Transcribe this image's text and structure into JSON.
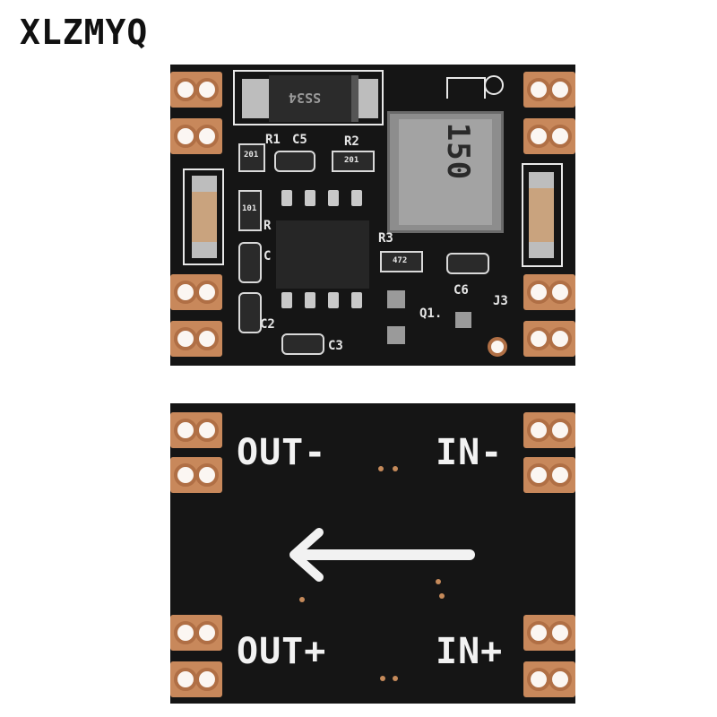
{
  "brand": "XLZMYQ",
  "top_board": {
    "diode_marking": "SS34",
    "inductor_marking": "150",
    "labels": {
      "r1": "R1",
      "c5": "C5",
      "r2": "R2",
      "r3": "R3",
      "c6": "C6",
      "j3": "J3",
      "q1": "Q1.",
      "c2": "C2",
      "c3": "C3",
      "r4": "R",
      "c4": "C",
      "r1_code": "201",
      "r2_code": "201",
      "r3_code": "472",
      "r4_code": "101"
    }
  },
  "bottom_board": {
    "out_minus": "OUT-",
    "in_minus": "IN-",
    "out_plus": "OUT+",
    "in_plus": "IN+"
  },
  "colors": {
    "pcb": "#151515",
    "copper": "#c8885b",
    "silkscreen": "#e8e8e8"
  }
}
